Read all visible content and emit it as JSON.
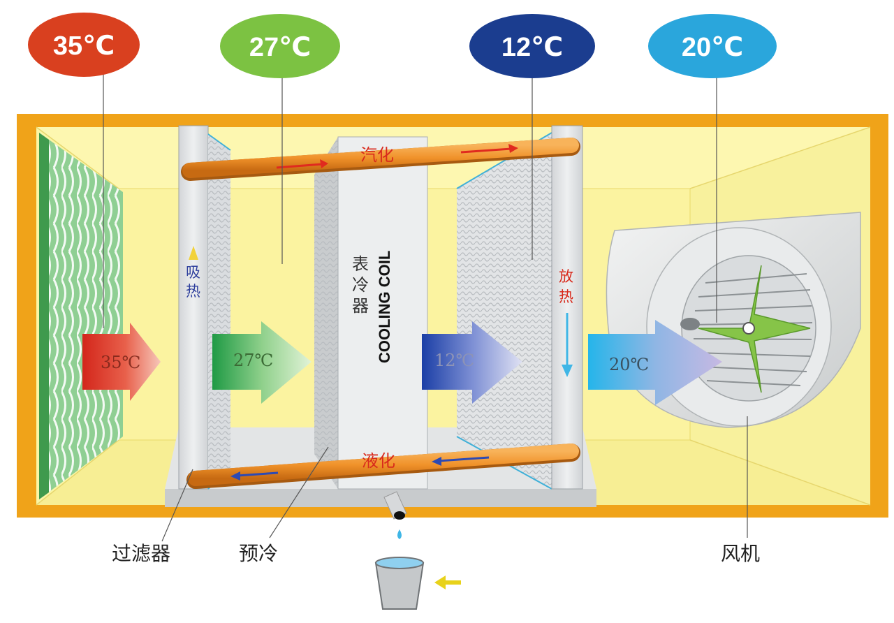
{
  "colors": {
    "badge_35": "#d9401f",
    "badge_27": "#7cc242",
    "badge_12": "#1b3d8f",
    "badge_20": "#2aa6dc",
    "frame": "#f0a319",
    "pipe": "#f0922a",
    "arrow_red": "#e02a1f",
    "arrow_blue": "#2d4ab3"
  },
  "badges": [
    {
      "text": "35℃"
    },
    {
      "text": "27℃"
    },
    {
      "text": "12℃"
    },
    {
      "text": "20℃"
    }
  ],
  "flow": [
    {
      "text": "35℃"
    },
    {
      "text": "27℃"
    },
    {
      "text": "12℃"
    },
    {
      "text": "20℃"
    }
  ],
  "pipes": {
    "top_label": "汽化",
    "bottom_label": "液化"
  },
  "coil": {
    "cn_label": "表冷器",
    "en_label": "COOLING COIL"
  },
  "side_labels": {
    "absorb": "吸热",
    "release": "放热"
  },
  "components": {
    "filter": "过滤器",
    "precool": "预冷",
    "fan": "风机"
  }
}
